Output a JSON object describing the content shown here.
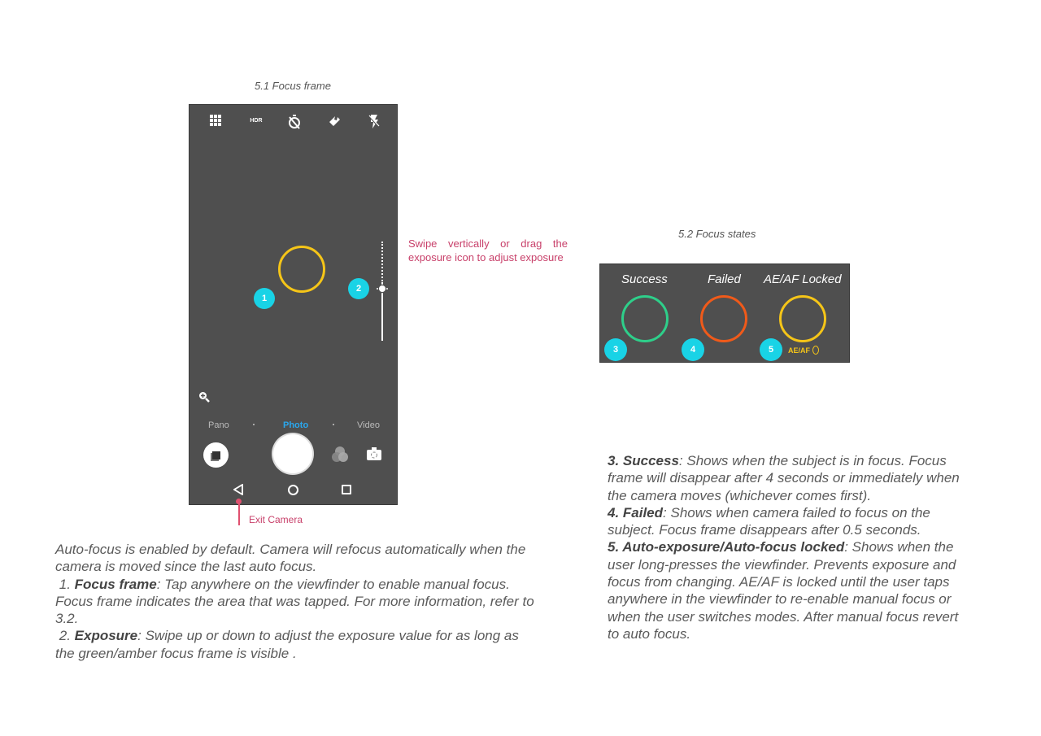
{
  "focus_frame": {
    "caption": "5.1 Focus frame",
    "toolbar_icons": [
      "grid-icon",
      "hdr-icon",
      "timer-off-icon",
      "settings-wrench-icon",
      "flash-off-icon"
    ],
    "hdr_label": "HDR",
    "badges": {
      "focus": "1",
      "exposure": "2"
    },
    "modes": [
      "Pano",
      "Photo",
      "Video"
    ],
    "active_mode": "Photo",
    "exposure_note": "Swipe vertically or drag the exposure icon to adjust exposure",
    "exit_note": "Exit Camera"
  },
  "focus_states": {
    "caption": "5.2 Focus states",
    "states": [
      {
        "label": "Success",
        "badge": "3",
        "color": "#2ecf8a"
      },
      {
        "label": "Failed",
        "badge": "4",
        "color": "#f05a1a"
      },
      {
        "label": "AE/AF Locked",
        "badge": "5",
        "color": "#f5c518"
      }
    ],
    "lock_label": "AE/AF"
  },
  "left_text": {
    "intro": "Auto-focus is enabled by default. Camera will refocus automatically when the camera is moved since the last auto focus.",
    "item1_num": "1.",
    "item1_title": "Focus frame",
    "item1_text": ": Tap anywhere on the viewfinder to enable manual focus. Focus frame indicates the area that was tapped. For more information, refer to 3.2.",
    "item2_num": "2.",
    "item2_title": "Exposure",
    "item2_text": ": Swipe up or down to adjust the exposure value for as long as the green/amber focus frame is visible ."
  },
  "right_text": {
    "item3_title": "3. Success",
    "item3_text": ": Shows when the subject is in focus. Focus frame will disappear after 4 seconds or immediately when the camera moves (whichever comes first).",
    "item4_title": "4. Failed",
    "item4_text": ": Shows when camera failed to focus on the subject. Focus frame disappears after 0.5 seconds.",
    "item5_title": "5. Auto-exposure/Auto-focus locked",
    "item5_text": ": Shows when the user long-presses the viewfinder. Prevents exposure and focus from changing. AE/AF is locked until the user taps anywhere in the viewfinder to re-enable manual focus or when the user switches modes. After manual focus revert to auto focus."
  }
}
